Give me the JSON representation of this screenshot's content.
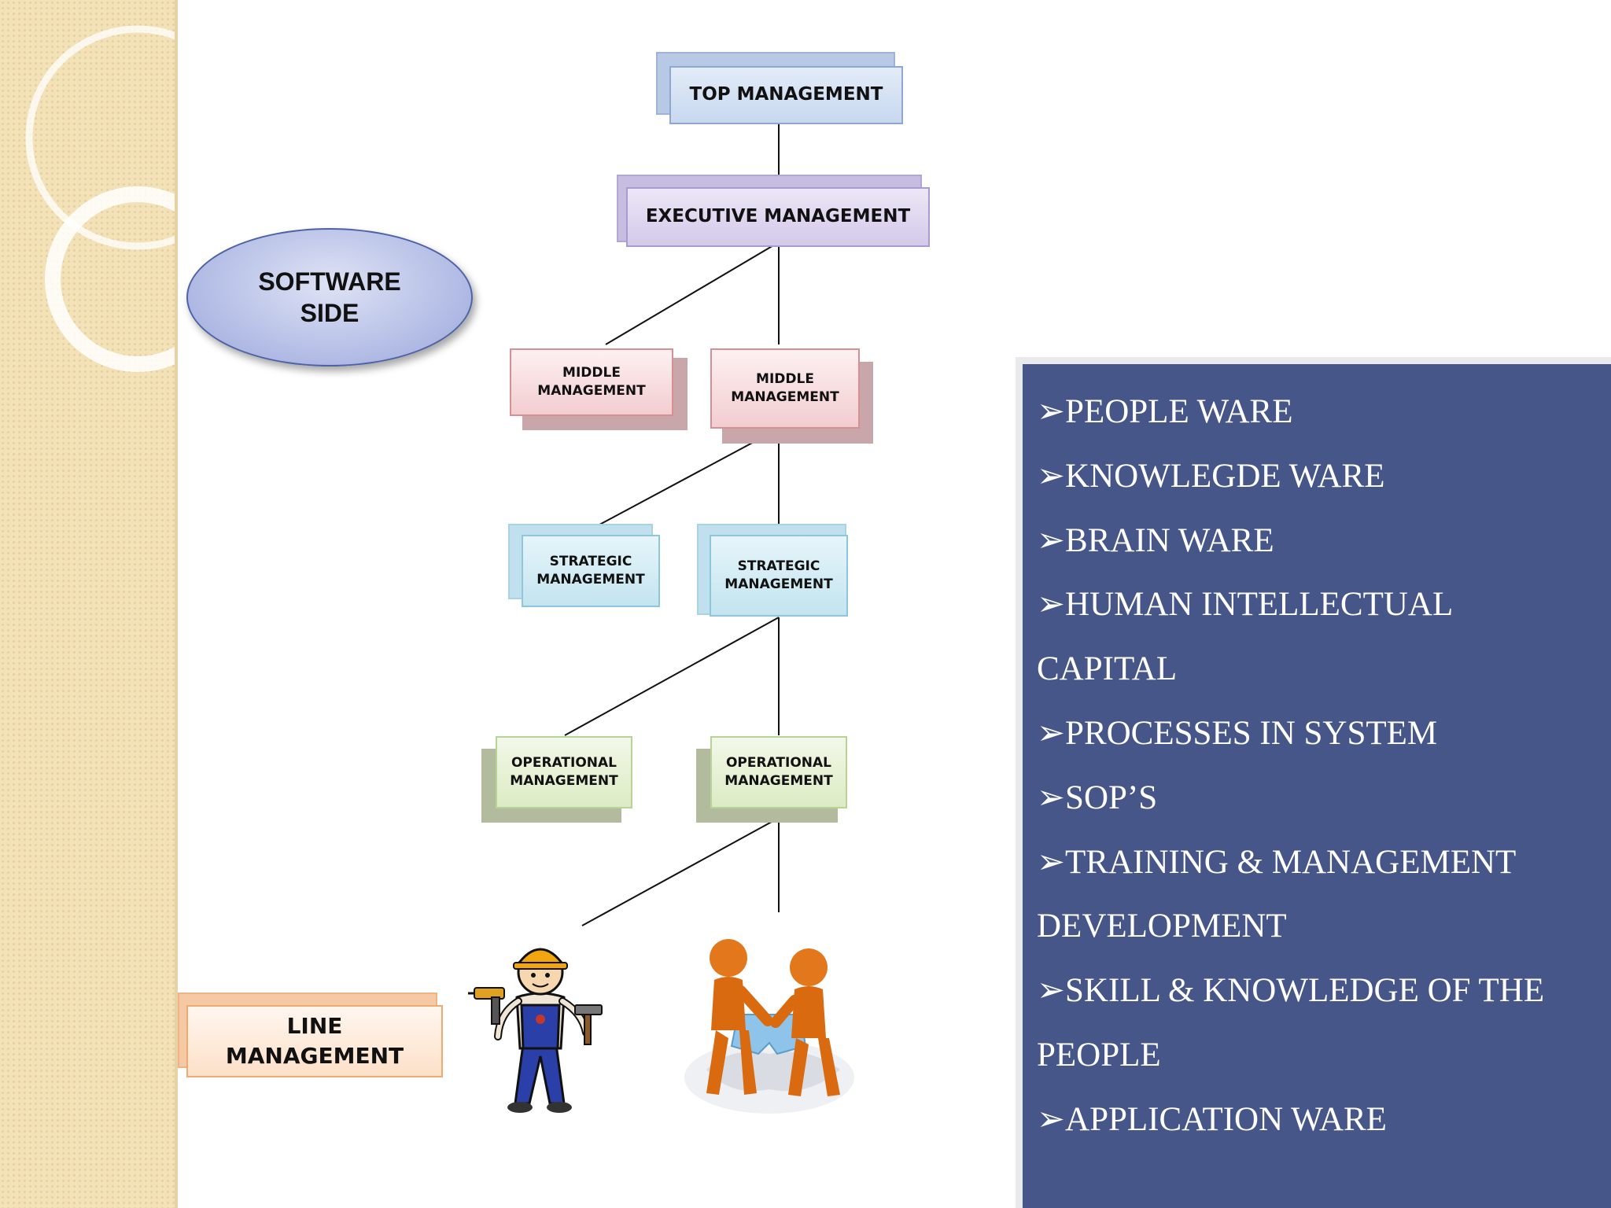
{
  "diagram": {
    "oval_label_line1": "SOFTWARE",
    "oval_label_line2": "SIDE",
    "top": "TOP MANAGEMENT",
    "executive": "EXECUTIVE MANAGEMENT",
    "middle_left": {
      "line1": "MIDDLE",
      "line2": "MANAGEMENT"
    },
    "middle_right": {
      "line1": "MIDDLE",
      "line2": "MANAGEMENT"
    },
    "strategic_left": {
      "line1": "STRATEGIC",
      "line2": "MANAGEMENT"
    },
    "strategic_right": {
      "line1": "STRATEGIC",
      "line2": "MANAGEMENT"
    },
    "operational_left": {
      "line1": "OPERATIONAL",
      "line2": "MANAGEMENT"
    },
    "operational_right": {
      "line1": "OPERATIONAL",
      "line2": "MANAGEMENT"
    },
    "line_management": {
      "line1": "LINE",
      "line2": "MANAGEMENT"
    }
  },
  "list_items": [
    "➢PEOPLE WARE",
    "➢KNOWLEGDE WARE",
    "➢BRAIN WARE",
    "➢HUMAN INTELLECTUAL",
    "CAPITAL",
    "➢PROCESSES IN SYSTEM",
    "➢SOP’S",
    "➢TRAINING & MANAGEMENT",
    "DEVELOPMENT",
    "➢SKILL & KNOWLEDGE OF THE",
    "PEOPLE",
    "➢APPLICATION WARE"
  ],
  "colors": {
    "panel": "#475689",
    "sidebar": "#f3e2b8",
    "top_box": "#cfe0f3",
    "executive_box": "#d9d1ea",
    "middle_box": "#f4d5d7",
    "strategic_box": "#cfeaf2",
    "operational_box": "#e4efcf",
    "line_box": "#fde3cf"
  },
  "icons": [
    "worker-with-tools-icon",
    "two-figures-puzzle-icon"
  ]
}
